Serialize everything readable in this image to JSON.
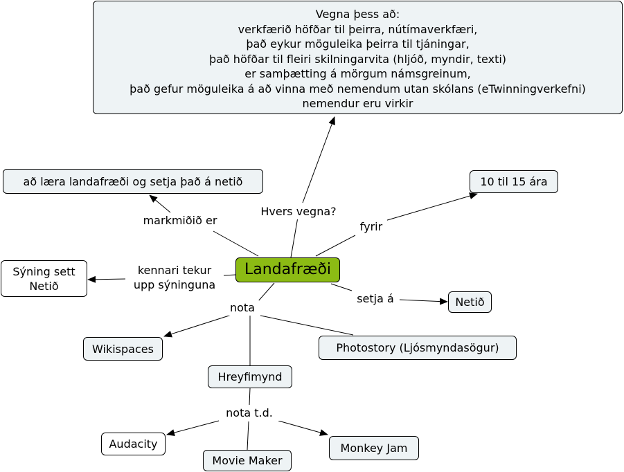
{
  "nodes": {
    "center": "Landafræði",
    "reasons_box": {
      "lines": [
        "Vegna þess að:",
        "verkfærið höfðar til þeirra, nútímaverkfæri,",
        "það eykur möguleika þeirra til tjáningar,",
        "það höfðar til fleiri skilningarvita (hljóð, myndir, texti)",
        "er samþætting á mörgum námsgreinum,",
        "það gefur möguleika á að vinna með nemendum utan skólans (eTwinningverkefni)",
        "nemendur eru virkir"
      ]
    },
    "goal": "að læra landafræði og setja það á netið",
    "age": "10 til 15 ára",
    "exhibition": [
      "Sýning sett",
      "Netið"
    ],
    "netid": "Netið",
    "wikispaces": "Wikispaces",
    "photostory": "Photostory (Ljósmyndasögur)",
    "hreyfimynd": "Hreyfimynd",
    "audacity": "Audacity",
    "moviemaker": "Movie Maker",
    "monkeyjam": "Monkey Jam"
  },
  "labels": {
    "markmid": "markmiðið er",
    "hvers_vegna": "Hvers vegna?",
    "fyrir": "fyrir",
    "kennari": [
      "kennari tekur",
      "upp sýninguna"
    ],
    "setja_a": "setja á",
    "nota": "nota",
    "nota_td": "nota t.d."
  }
}
